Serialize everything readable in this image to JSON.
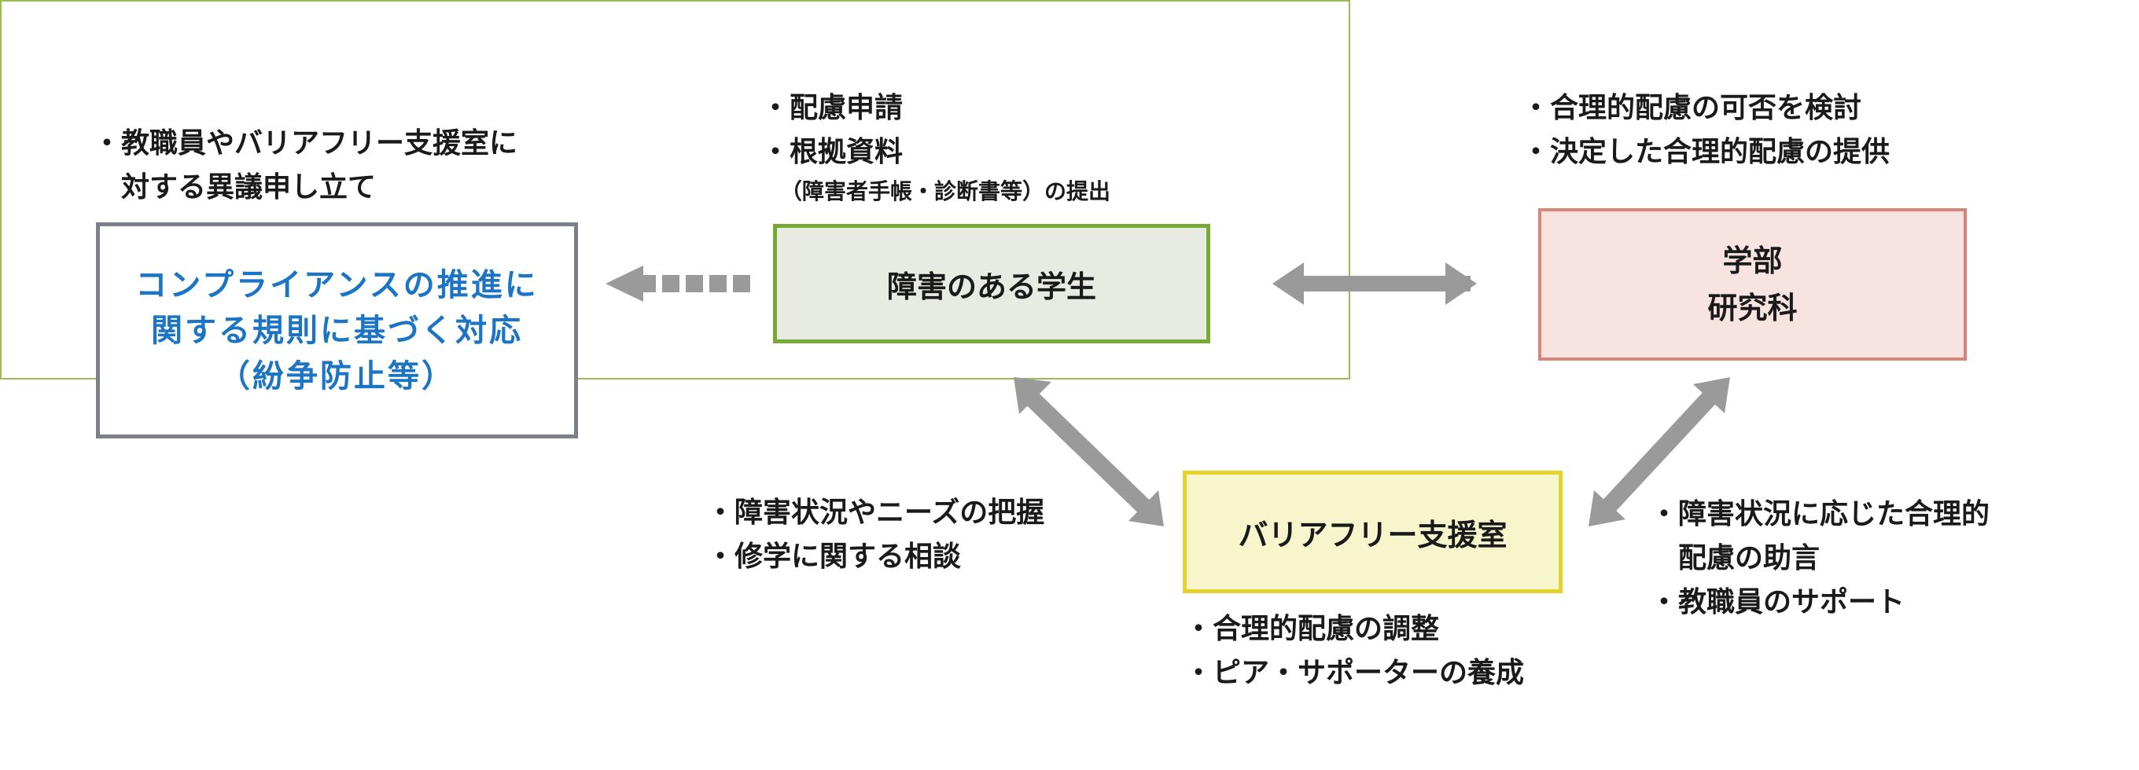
{
  "compliance_notes": {
    "line1": "・教職員やバリアフリー支援室に",
    "line2": "対する異議申し立て"
  },
  "compliance_box": {
    "line1": "コンプライアンスの推進に",
    "line2": "関する規則に基づく対応",
    "line3": "（紛争防止等）"
  },
  "student_notes": {
    "line1": "・配慮申請",
    "line2": "・根拠資料",
    "line3": "（障害者手帳・診断書等）の提出"
  },
  "student_box": {
    "label": "障害のある学生"
  },
  "faculty_notes": {
    "line1": "・合理的配慮の可否を検討",
    "line2": "・決定した合理的配慮の提供"
  },
  "faculty_box": {
    "line1": "学部",
    "line2": "研究科"
  },
  "support_box": {
    "label": "バリアフリー支援室"
  },
  "support_left_notes": {
    "line1": "・障害状況やニーズの把握",
    "line2": "・修学に関する相談"
  },
  "support_bottom_notes": {
    "line1": "・合理的配慮の調整",
    "line2": "・ピア・サポーターの養成"
  },
  "support_right_notes": {
    "line1": "・障害状況に応じた合理的",
    "line2": "配慮の助言",
    "line3": "・教職員のサポート"
  },
  "colors": {
    "region_border": "#9bbb59",
    "student_border": "#77a935",
    "faculty_border": "#d88478",
    "support_border": "#e6d22b",
    "compliance_border": "#7b7f87",
    "compliance_text": "#1b74c4",
    "arrow": "#9a9a9a"
  }
}
